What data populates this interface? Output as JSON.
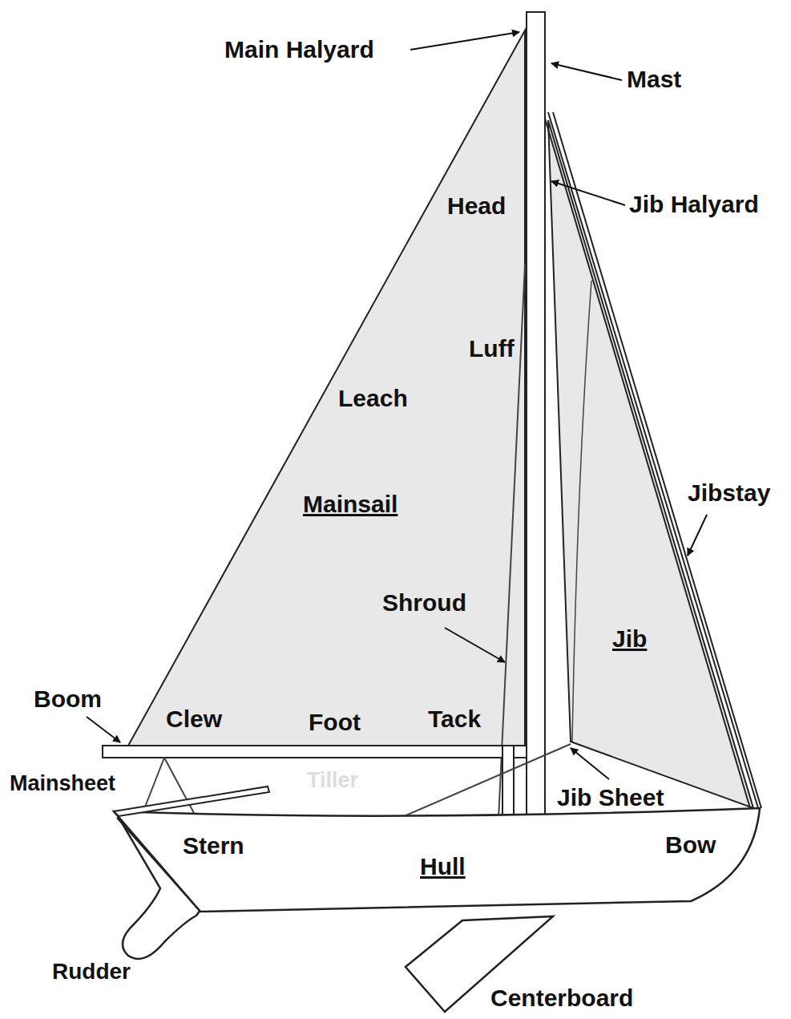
{
  "diagram": {
    "labels": [
      "Main Halyard",
      "Mast",
      "Head",
      "Jib Halyard",
      "Luff",
      "Leach",
      "Mainsail",
      "Jibstay",
      "Shroud",
      "Jib",
      "Boom",
      "Clew",
      "Foot",
      "Tack",
      "Mainsheet",
      "Tiller",
      "Jib Sheet",
      "Stern",
      "Bow",
      "Hull",
      "Rudder",
      "Centerboard"
    ]
  }
}
